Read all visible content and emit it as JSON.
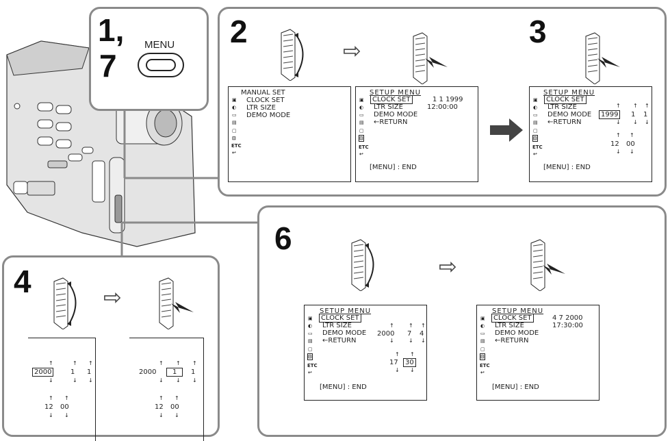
{
  "steps": {
    "s1": "1,",
    "s7": "7",
    "s2": "2",
    "s3": "3",
    "s4": "4",
    "s6": "6"
  },
  "menu_button_label": "MENU",
  "manual_set": {
    "title": "MANUAL SET",
    "items": [
      "CLOCK SET",
      "LTR SIZE",
      "DEMO MODE"
    ],
    "etc": "ETC"
  },
  "setup_menu": {
    "title": "SETUP MENU",
    "clock_set": "CLOCK SET",
    "ltr_size": "LTR SIZE",
    "demo_mode": "DEMO MODE",
    "return": "←RETURN",
    "end": "[MENU] : END",
    "etc": "ETC"
  },
  "screen2": {
    "date": "1  1  1999",
    "time": "12:00:00"
  },
  "screen3": {
    "year": "1999",
    "month": "1",
    "day": "1",
    "hour": "12",
    "minute": "00"
  },
  "screen4a": {
    "year": "2000",
    "month": "1",
    "day": "1",
    "hour": "12",
    "minute": "00"
  },
  "screen4b": {
    "year": "2000",
    "month": "1",
    "day": "1",
    "hour": "12",
    "minute": "00"
  },
  "screen6a": {
    "year": "2000",
    "month": "7",
    "day": "4",
    "hour": "17",
    "minute": "30"
  },
  "screen6b": {
    "date": "4  7  2000",
    "time": "17:30:00"
  },
  "arrows": {
    "up": "↑",
    "down": "↓"
  }
}
